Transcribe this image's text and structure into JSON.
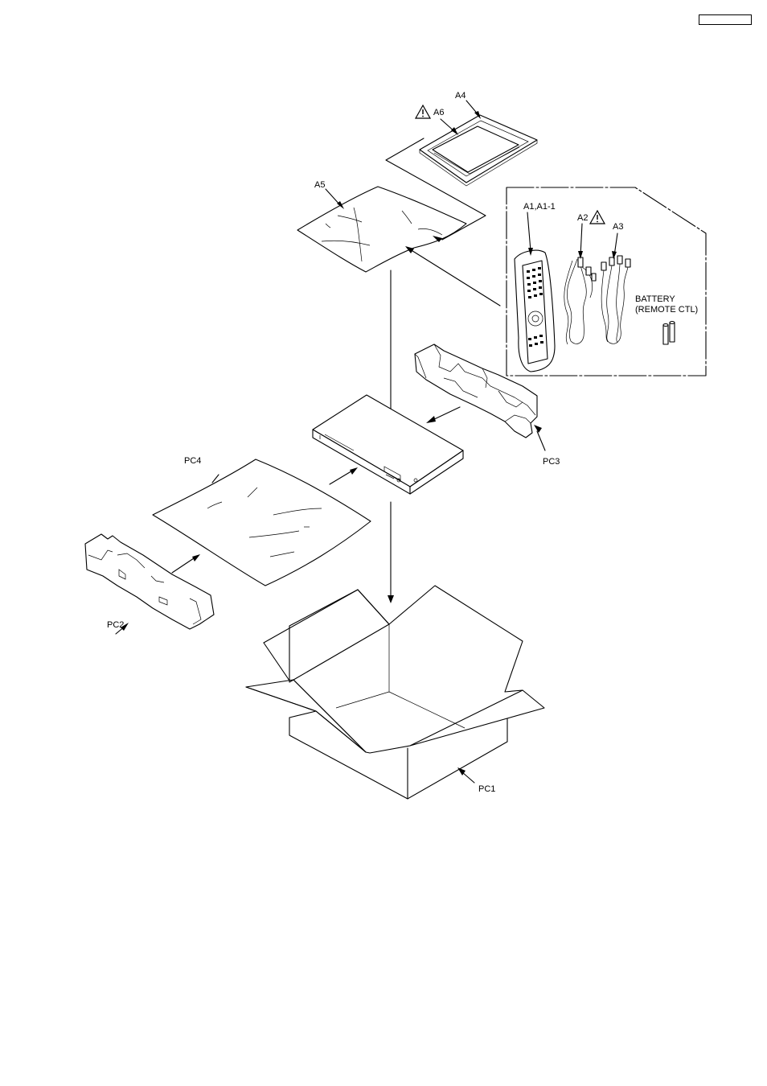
{
  "labels": {
    "a4": "A4",
    "a6": "A6",
    "a5": "A5",
    "a1": "A1,A1-1",
    "a2": "A2",
    "a3": "A3",
    "battery_line1": "BATTERY",
    "battery_line2": "(REMOTE CTL)",
    "pc1": "PC1",
    "pc2": "PC2",
    "pc3": "PC3",
    "pc4": "PC4"
  },
  "icons": {
    "warning": "warning-triangle-icon"
  }
}
